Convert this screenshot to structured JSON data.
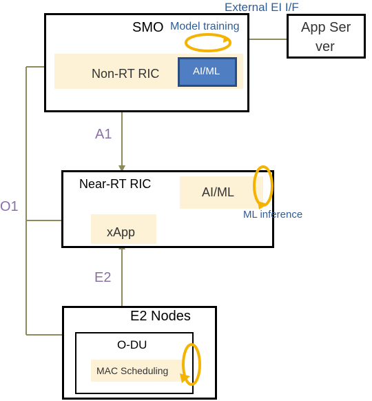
{
  "diagram": {
    "external_interface": "External EI I/F",
    "app_server": {
      "line1": "App Ser",
      "line2": "ver"
    },
    "smo": {
      "title": "SMO",
      "model_training": "Model training",
      "non_rt_ric": "Non-RT RIC",
      "ai_ml": "AI/ML"
    },
    "interfaces": {
      "a1": "A1",
      "e2": "E2",
      "o1": "O1"
    },
    "near_rt_ric": {
      "title": "Near-RT RIC",
      "ai_ml": "AI/ML",
      "ml_inference": "ML inference",
      "xapp": "xApp"
    },
    "e2_nodes": {
      "title": "E2 Nodes",
      "o_du": "O-DU",
      "mac_scheduling": "MAC Scheduling"
    },
    "colors": {
      "connector": "#8c8a5a",
      "interface_label": "#8a6fa8",
      "annotation_blue": "#2e5c94",
      "loop_orange": "#f5b301",
      "ai_box_fill": "#4f7fc2",
      "ai_box_border": "#2a4d80",
      "cream": "#fdf1d6"
    }
  }
}
